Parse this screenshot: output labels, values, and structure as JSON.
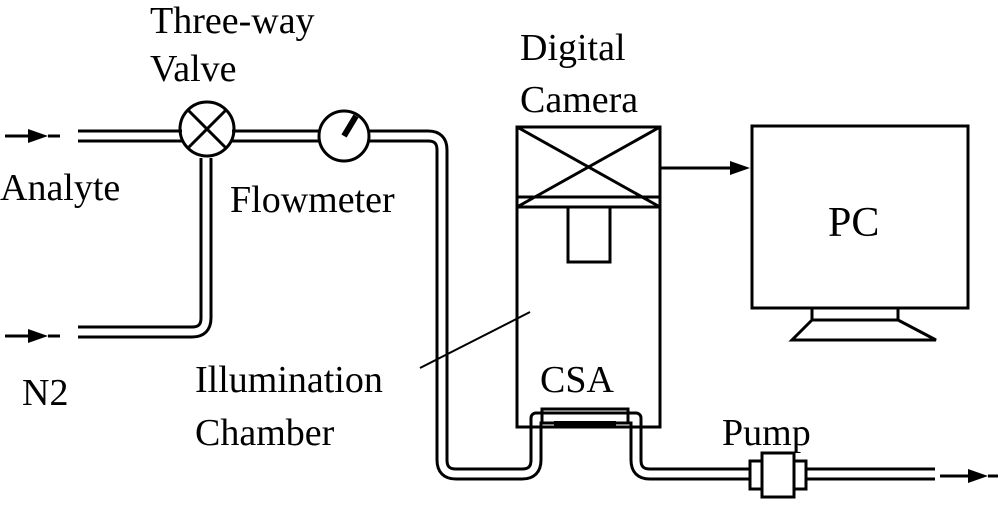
{
  "labels": {
    "three_way_valve_line1": "Three-way",
    "three_way_valve_line2": "Valve",
    "digital_camera_line1": "Digital",
    "digital_camera_line2": "Camera",
    "analyte": "Analyte",
    "flowmeter": "Flowmeter",
    "pc": "PC",
    "n2": "N2",
    "illumination_line1": "Illumination",
    "illumination_line2": "Chamber",
    "csa": "CSA",
    "pump": "Pump"
  }
}
